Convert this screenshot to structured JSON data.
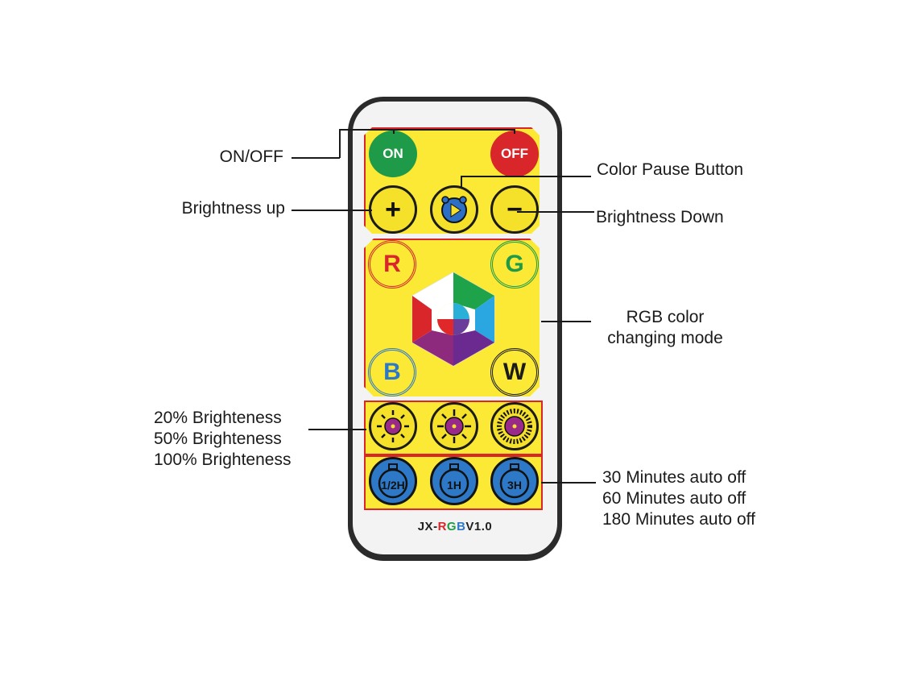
{
  "labels": {
    "on_off": "ON/OFF",
    "color_pause": "Color Pause Button",
    "brightness_up": "Brightness up",
    "brightness_down": "Brightness Down",
    "rgb_mode_line1": "RGB color",
    "rgb_mode_line2": "changing mode",
    "bright_20": "20% Brighteness",
    "bright_50": "50% Brighteness",
    "bright_100": "100% Brighteness",
    "timer_30": "30 Minutes auto off",
    "timer_60": "60 Minutes auto off",
    "timer_180": "180 Minutes auto off"
  },
  "buttons": {
    "on": "ON",
    "off": "OFF",
    "plus": "+",
    "minus": "−",
    "r": "R",
    "g": "G",
    "b": "B",
    "w": "W",
    "t_half": "1/2H",
    "t_1h": "1H",
    "t_3h": "3H"
  },
  "model": {
    "prefix": "JX-",
    "r": "R",
    "g": "G",
    "b": "B",
    "suffix": "V1.0"
  },
  "colors": {
    "on_green": "#1f9a48",
    "off_red": "#d8262b",
    "panel_yellow": "#fbe935",
    "panel_border": "#d9262a",
    "pause_blue": "#2d6fc4",
    "dimmer_purple": "#9a2a8a",
    "timer_blue": "#2d79c8"
  },
  "icons": [
    "play-pause-icon",
    "rgb-hexagon-logo-icon",
    "sun-20-icon",
    "sun-50-icon",
    "sun-100-icon",
    "timer-icon"
  ]
}
